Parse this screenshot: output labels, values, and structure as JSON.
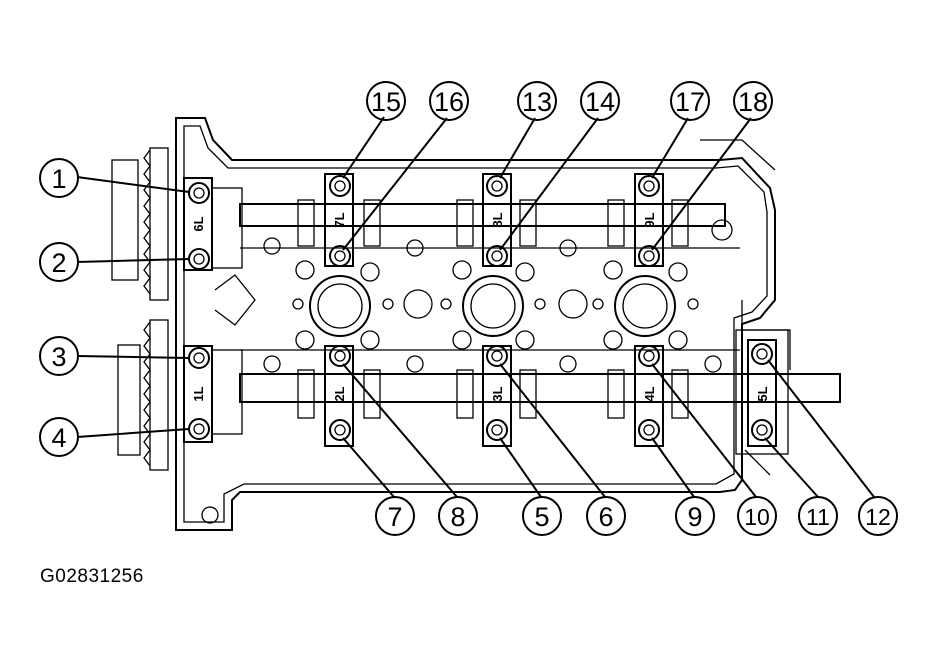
{
  "figure_id": "G02831256",
  "cap_labels": {
    "c6L": "6L",
    "c1L": "1L",
    "c7L": "7L",
    "c8L": "8L",
    "c9L": "9L",
    "c2L": "2L",
    "c3L": "3L",
    "c4L": "4L",
    "c5L": "5L"
  },
  "callouts": {
    "n1": "1",
    "n2": "2",
    "n3": "3",
    "n4": "4",
    "n5": "5",
    "n6": "6",
    "n7": "7",
    "n8": "8",
    "n9": "9",
    "n10": "10",
    "n11": "11",
    "n12": "12",
    "n13": "13",
    "n14": "14",
    "n15": "15",
    "n16": "16",
    "n17": "17",
    "n18": "18"
  }
}
